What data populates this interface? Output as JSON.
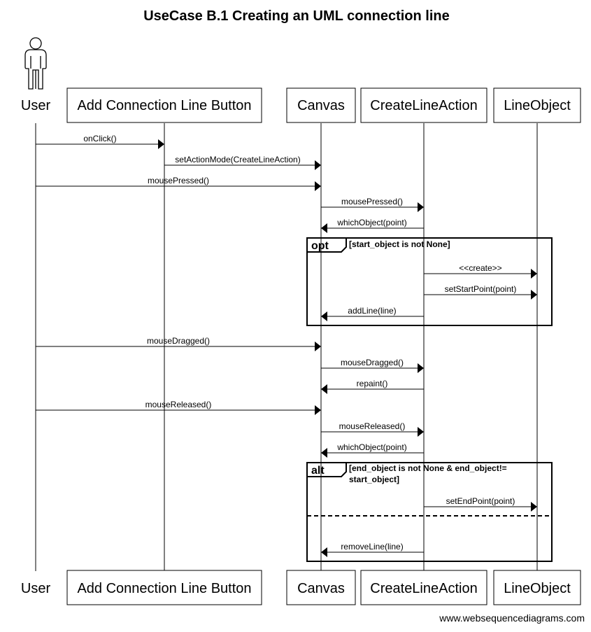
{
  "title": "UseCase B.1 Creating an UML connection line",
  "credit": "www.websequencediagrams.com",
  "participants": [
    {
      "id": "user",
      "label": "User",
      "kind": "actor"
    },
    {
      "id": "btn",
      "label": "Add Connection Line Button",
      "kind": "box"
    },
    {
      "id": "canvas",
      "label": "Canvas",
      "kind": "box"
    },
    {
      "id": "cla",
      "label": "CreateLineAction",
      "kind": "box"
    },
    {
      "id": "lineobj",
      "label": "LineObject",
      "kind": "box"
    }
  ],
  "messages": [
    {
      "from": "user",
      "to": "btn",
      "label": "onClick()"
    },
    {
      "from": "btn",
      "to": "canvas",
      "label": "setActionMode(CreateLineAction)"
    },
    {
      "from": "user",
      "to": "canvas",
      "label": "mousePressed()"
    },
    {
      "from": "canvas",
      "to": "cla",
      "label": "mousePressed()"
    },
    {
      "from": "cla",
      "to": "canvas",
      "label": "whichObject(point)"
    },
    {
      "from": "cla",
      "to": "lineobj",
      "label": "<<create>>"
    },
    {
      "from": "cla",
      "to": "lineobj",
      "label": "setStartPoint(point)"
    },
    {
      "from": "cla",
      "to": "canvas",
      "label": "addLine(line)"
    },
    {
      "from": "user",
      "to": "canvas",
      "label": "mouseDragged()"
    },
    {
      "from": "canvas",
      "to": "cla",
      "label": "mouseDragged()"
    },
    {
      "from": "cla",
      "to": "canvas",
      "label": "repaint()"
    },
    {
      "from": "user",
      "to": "canvas",
      "label": "mouseReleased()"
    },
    {
      "from": "canvas",
      "to": "cla",
      "label": "mouseReleased()"
    },
    {
      "from": "cla",
      "to": "canvas",
      "label": "whichObject(point)"
    },
    {
      "from": "cla",
      "to": "lineobj",
      "label": "setEndPoint(point)"
    },
    {
      "from": "cla",
      "to": "canvas",
      "label": "removeLine(line)"
    }
  ],
  "fragments": [
    {
      "keyword": "opt",
      "guard": [
        "[start_object is not None]"
      ]
    },
    {
      "keyword": "alt",
      "guard": [
        "[end_object is not None & end_object!=",
        "start_object]"
      ]
    }
  ]
}
